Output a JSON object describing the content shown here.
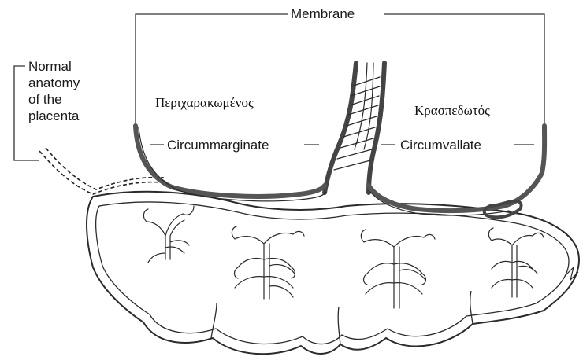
{
  "labels": {
    "membrane": "Membrane",
    "normal_anatomy": [
      "Normal",
      "anatomy",
      "of the",
      "placenta"
    ],
    "circummarginate": "Circummarginate",
    "circumvallate": "Circumvallate",
    "greek_circummarginate": "Περιχαρακωμένος",
    "greek_circumvallate": "Κρασπεδωτός"
  },
  "colors": {
    "outline": "#2b2b2b",
    "membrane_band": "#555555",
    "background": "#ffffff"
  }
}
